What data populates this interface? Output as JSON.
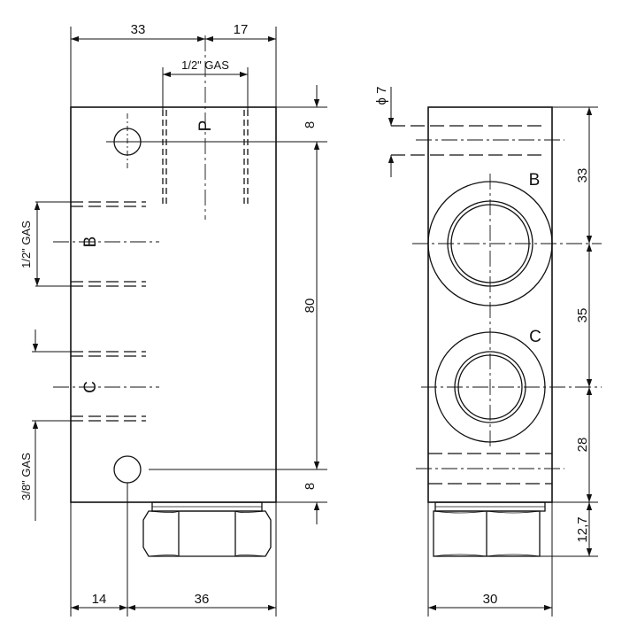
{
  "dimensions": {
    "top_left": "33",
    "top_right": "17",
    "bottom_left": "14",
    "bottom_mid": "36",
    "side_top": "8",
    "side_mid": "80",
    "side_bottom": "8",
    "right_top": "33",
    "right_mid": "35",
    "right_lower": "28",
    "right_nut": "12,7",
    "right_width": "30",
    "hole_dia": "ϕ 7"
  },
  "threads": {
    "p_thread": "1/2\" GAS",
    "b_thread": "1/2\" GAS",
    "c_thread": "3/8\" GAS"
  },
  "ports": {
    "p": "P",
    "b_left": "B",
    "c_left": "C",
    "b_right": "B",
    "c_right": "C"
  }
}
